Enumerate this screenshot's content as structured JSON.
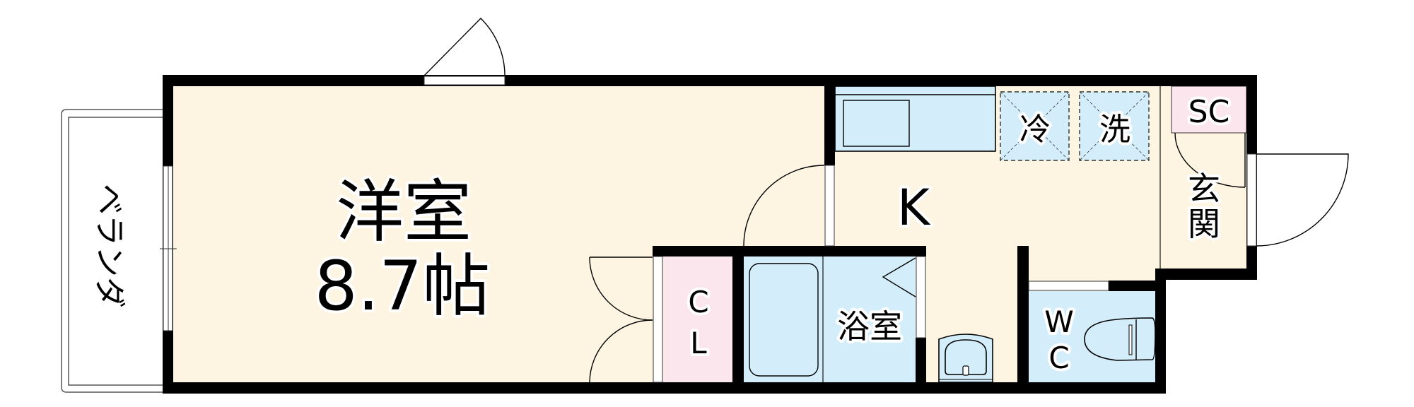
{
  "floor_plan": {
    "colors": {
      "wall": "#000000",
      "room_floor": "#fdf5e2",
      "wet_area": "#d3eefa",
      "storage": "#fce6ee",
      "opening": "#ffffff"
    },
    "rooms": {
      "western_room": {
        "name": "洋室",
        "size": "8.7帖"
      },
      "veranda": {
        "name": "ベランダ"
      },
      "kitchen": {
        "name": "K"
      },
      "closet": {
        "line1": "C",
        "line2": "L"
      },
      "bathroom": {
        "name": "浴室"
      },
      "toilet": {
        "line1": "W",
        "line2": "C"
      },
      "entrance": {
        "name": "玄関"
      },
      "shoe_closet": {
        "name": "SC"
      }
    },
    "appliances": {
      "fridge": "冷",
      "washer": "洗"
    }
  }
}
